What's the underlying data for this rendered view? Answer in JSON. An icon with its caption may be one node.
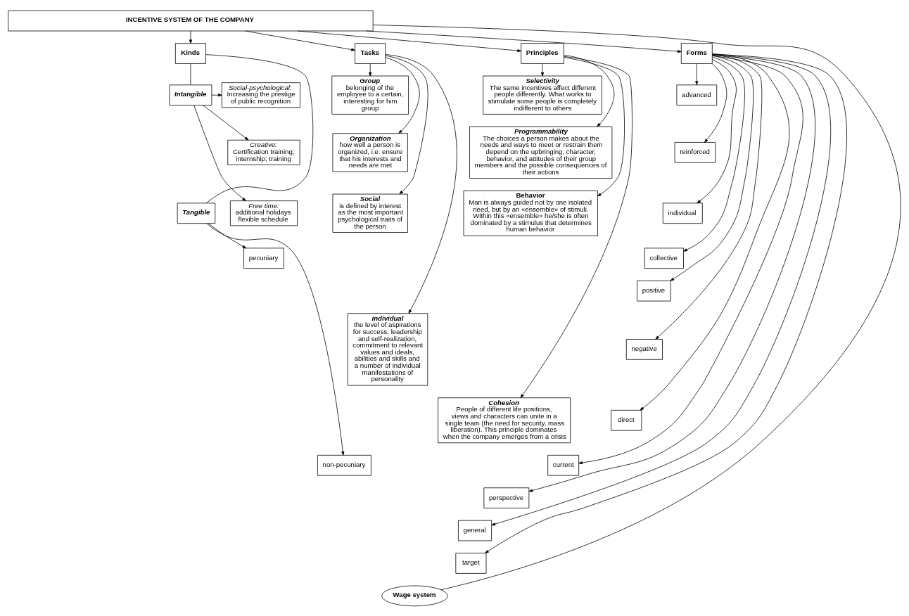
{
  "diagram": {
    "nodes": [
      {
        "text": [
          "INCENTIVE SYSTEM OF THE COMPANY"
        ]
      },
      {
        "text": [
          "Kinds"
        ]
      },
      {
        "text": [
          "Tasks"
        ]
      },
      {
        "text": [
          "Principles"
        ]
      },
      {
        "text": [
          "Forms"
        ]
      },
      {
        "text": [
          "Intangible"
        ]
      },
      {
        "text": [
          "Social-psychological:",
          "Increasing the prestige of public recognition"
        ]
      },
      {
        "text": [
          "Creative:",
          "Certification training; internship; training"
        ]
      },
      {
        "text": [
          "Free time:",
          "additional holidays flexible schedule"
        ]
      },
      {
        "text": [
          "Tangible"
        ]
      },
      {
        "text": [
          "pecuniary"
        ]
      },
      {
        "text": [
          "non-pecuniary"
        ]
      },
      {
        "text": [
          "Group",
          "belonging of the employee to a certain, interesting for him group"
        ]
      },
      {
        "text": [
          "Organization",
          "how well a person is organized, i.e. ensure that his interests and needs are met"
        ]
      },
      {
        "text": [
          "Social",
          "is defined by interest as the most important psychological traits of the person"
        ]
      },
      {
        "text": [
          "Individual",
          "the level of aspirations for success, leadership and self-realization, commitment to relevant values and ideals, abilities and skills and a number of individual manifestations of personality"
        ]
      },
      {
        "text": [
          "Selectivity",
          "The same incentives affect different people differently. What works to stimulate some people is completely indifferent to others"
        ]
      },
      {
        "text": [
          "Programmability",
          "The choices a person makes about the needs and ways to meet or restrain them depend on the upbringing, character, behavior, and attitudes of their group members and the possible consequences of their actions"
        ]
      },
      {
        "text": [
          "Behavior",
          "Man is always guided not by one isolated need, but by an «ensemble» of stimuli. Within this «ensemble» he/she is often dominated by a stimulus that determines human behavior"
        ]
      },
      {
        "text": [
          "Cohesion",
          "People of different life positions, views and characters can unite in a single team (the need for security, mass liberation). This principle dominates when the company emerges from a crisis"
        ]
      },
      {
        "text": [
          "advanced"
        ]
      },
      {
        "text": [
          "reinforced"
        ]
      },
      {
        "text": [
          "individual"
        ]
      },
      {
        "text": [
          "collective"
        ]
      },
      {
        "text": [
          "positive"
        ]
      },
      {
        "text": [
          "negative"
        ]
      },
      {
        "text": [
          "direct"
        ]
      },
      {
        "text": [
          "current"
        ]
      },
      {
        "text": [
          "perspective"
        ]
      },
      {
        "text": [
          "general"
        ]
      },
      {
        "text": [
          "target"
        ]
      },
      {
        "text": [
          "Wage system"
        ]
      }
    ],
    "edges": [
      {
        "from": 0,
        "to": 1,
        "arrow": "to"
      },
      {
        "from": 0,
        "to": 2,
        "arrow": "to"
      },
      {
        "from": 0,
        "to": 3,
        "arrow": "to"
      },
      {
        "from": 0,
        "to": 4,
        "arrow": "to"
      },
      {
        "from": 0,
        "to": 31,
        "arrow": "none"
      },
      {
        "from": 1,
        "to": 5,
        "arrow": "none"
      },
      {
        "from": 1,
        "to": 9,
        "arrow": "none"
      },
      {
        "from": 5,
        "to": 6,
        "arrow": "to"
      },
      {
        "from": 5,
        "to": 7,
        "arrow": "to"
      },
      {
        "from": 5,
        "to": 8,
        "arrow": "to"
      },
      {
        "from": 9,
        "to": 10,
        "arrow": "to"
      },
      {
        "from": 9,
        "to": 11,
        "arrow": "to"
      },
      {
        "from": 2,
        "to": 12,
        "arrow": "to"
      },
      {
        "from": 2,
        "to": 13,
        "arrow": "to"
      },
      {
        "from": 2,
        "to": 14,
        "arrow": "to"
      },
      {
        "from": 2,
        "to": 15,
        "arrow": "to"
      },
      {
        "from": 3,
        "to": 16,
        "arrow": "to"
      },
      {
        "from": 3,
        "to": 17,
        "arrow": "to"
      },
      {
        "from": 3,
        "to": 18,
        "arrow": "to"
      },
      {
        "from": 3,
        "to": 19,
        "arrow": "to"
      },
      {
        "from": 4,
        "to": 20,
        "arrow": "to"
      },
      {
        "from": 4,
        "to": 21,
        "arrow": "to"
      },
      {
        "from": 4,
        "to": 22,
        "arrow": "to"
      },
      {
        "from": 4,
        "to": 23,
        "arrow": "to"
      },
      {
        "from": 4,
        "to": 24,
        "arrow": "to"
      },
      {
        "from": 4,
        "to": 25,
        "arrow": "to"
      },
      {
        "from": 4,
        "to": 26,
        "arrow": "to"
      },
      {
        "from": 4,
        "to": 27,
        "arrow": "to"
      },
      {
        "from": 4,
        "to": 28,
        "arrow": "to"
      },
      {
        "from": 4,
        "to": 29,
        "arrow": "to"
      },
      {
        "from": 4,
        "to": 30,
        "arrow": "to"
      }
    ]
  }
}
